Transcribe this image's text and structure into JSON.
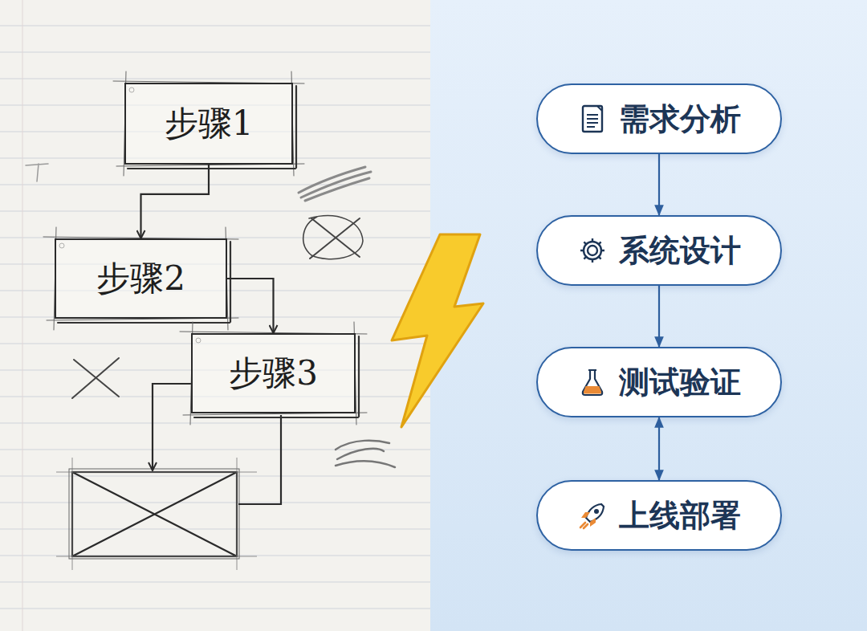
{
  "diagram": {
    "nodes": [
      {
        "text": [
          "步骤1"
        ]
      },
      {
        "text": [
          "步骤2"
        ]
      },
      {
        "text": [
          "步骤3"
        ]
      },
      {
        "text": [
          "需求分析"
        ]
      },
      {
        "text": [
          "系统设计"
        ]
      },
      {
        "text": [
          "测试验证"
        ]
      },
      {
        "text": [
          "上线部署"
        ]
      }
    ],
    "edges": [
      {
        "from": 0,
        "to": 1,
        "arrow": "to"
      },
      {
        "from": 1,
        "to": 2,
        "arrow": "to"
      },
      {
        "from": 3,
        "to": 4,
        "arrow": "to"
      },
      {
        "from": 4,
        "to": 5,
        "arrow": "to"
      },
      {
        "from": 5,
        "to": 6,
        "arrow": "both"
      }
    ]
  }
}
